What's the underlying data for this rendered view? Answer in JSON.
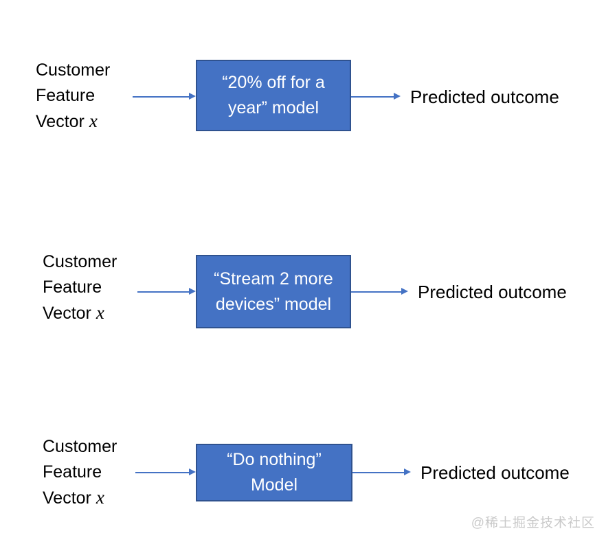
{
  "colors": {
    "box_fill": "#4472C4",
    "box_border": "#2F528F",
    "arrow": "#4472C4",
    "label_text": "#000000",
    "box_text": "#FFFFFF",
    "watermark_text": "#C9C9C9",
    "background": "#FFFFFF"
  },
  "rows": [
    {
      "input_label_lines": [
        "Customer",
        "Feature",
        "Vector"
      ],
      "input_variable": "x",
      "model_label_line1": "“20% off for a",
      "model_label_line2": "year” model",
      "output_label": "Predicted outcome"
    },
    {
      "input_label_lines": [
        "Customer",
        "Feature",
        "Vector"
      ],
      "input_variable": "x",
      "model_label_line1": "“Stream 2 more",
      "model_label_line2": "devices” model",
      "output_label": "Predicted outcome"
    },
    {
      "input_label_lines": [
        "Customer",
        "Feature",
        "Vector"
      ],
      "input_variable": "x",
      "model_label_line1": "“Do nothing”",
      "model_label_line2": "Model",
      "output_label": "Predicted outcome"
    }
  ],
  "watermark": "@稀土掘金技术社区"
}
